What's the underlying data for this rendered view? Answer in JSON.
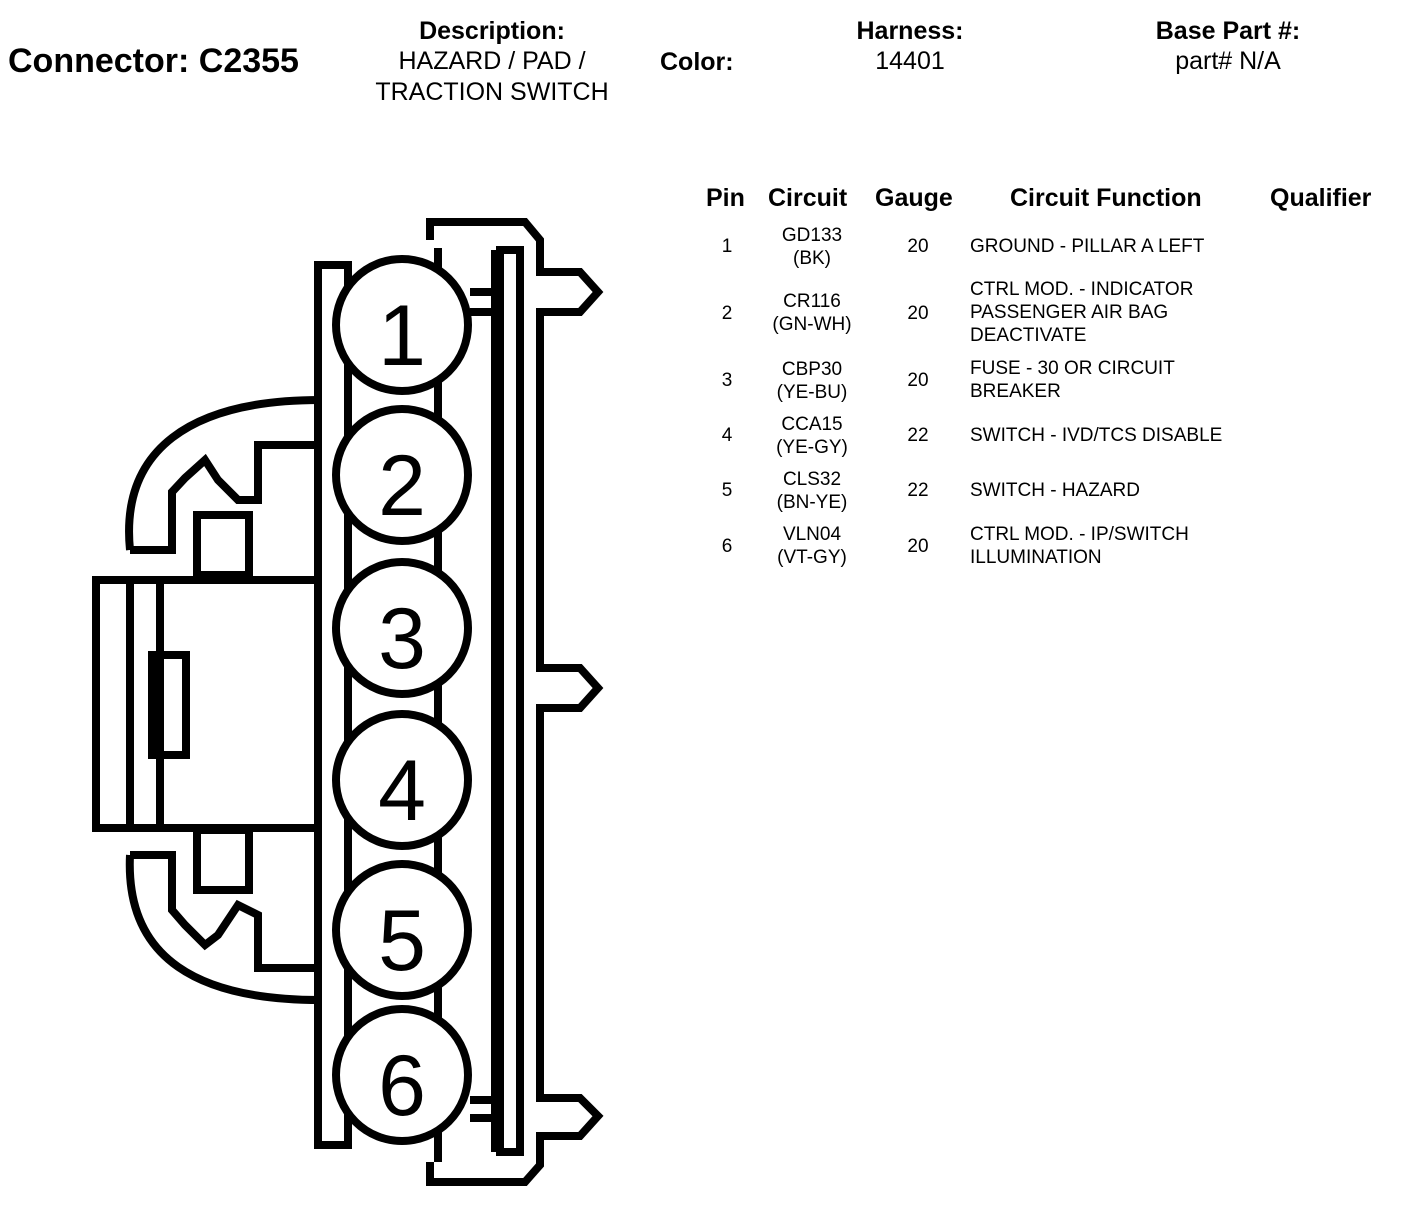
{
  "header": {
    "connector": "Connector: C2355",
    "description_label": "Description:",
    "description_line1": "HAZARD / PAD /",
    "description_line2": "TRACTION SWITCH",
    "color_label": "Color:",
    "harness_label": "Harness:",
    "harness_value": "14401",
    "base_part_label": "Base Part #:",
    "base_part_value": "part# N/A"
  },
  "table": {
    "columns": [
      "Pin",
      "Circuit",
      "Gauge",
      "Circuit Function",
      "Qualifier"
    ],
    "rows": [
      {
        "pin": "1",
        "circuit": "GD133\n(BK)",
        "gauge": "20",
        "function": "GROUND - PILLAR A LEFT"
      },
      {
        "pin": "2",
        "circuit": "CR116\n(GN-WH)",
        "gauge": "20",
        "function": "CTRL MOD. - INDICATOR\nPASSENGER AIR BAG\nDEACTIVATE"
      },
      {
        "pin": "3",
        "circuit": "CBP30\n(YE-BU)",
        "gauge": "20",
        "function": "FUSE - 30 OR CIRCUIT\nBREAKER"
      },
      {
        "pin": "4",
        "circuit": "CCA15\n(YE-GY)",
        "gauge": "22",
        "function": "SWITCH - IVD/TCS DISABLE"
      },
      {
        "pin": "5",
        "circuit": "CLS32\n(BN-YE)",
        "gauge": "22",
        "function": "SWITCH - HAZARD"
      },
      {
        "pin": "6",
        "circuit": "VLN04\n(VT-GY)",
        "gauge": "20",
        "function": "CTRL MOD. - IP/SWITCH\nILLUMINATION"
      }
    ]
  },
  "drawing": {
    "pin_labels": [
      "1",
      "2",
      "3",
      "4",
      "5",
      "6"
    ]
  }
}
